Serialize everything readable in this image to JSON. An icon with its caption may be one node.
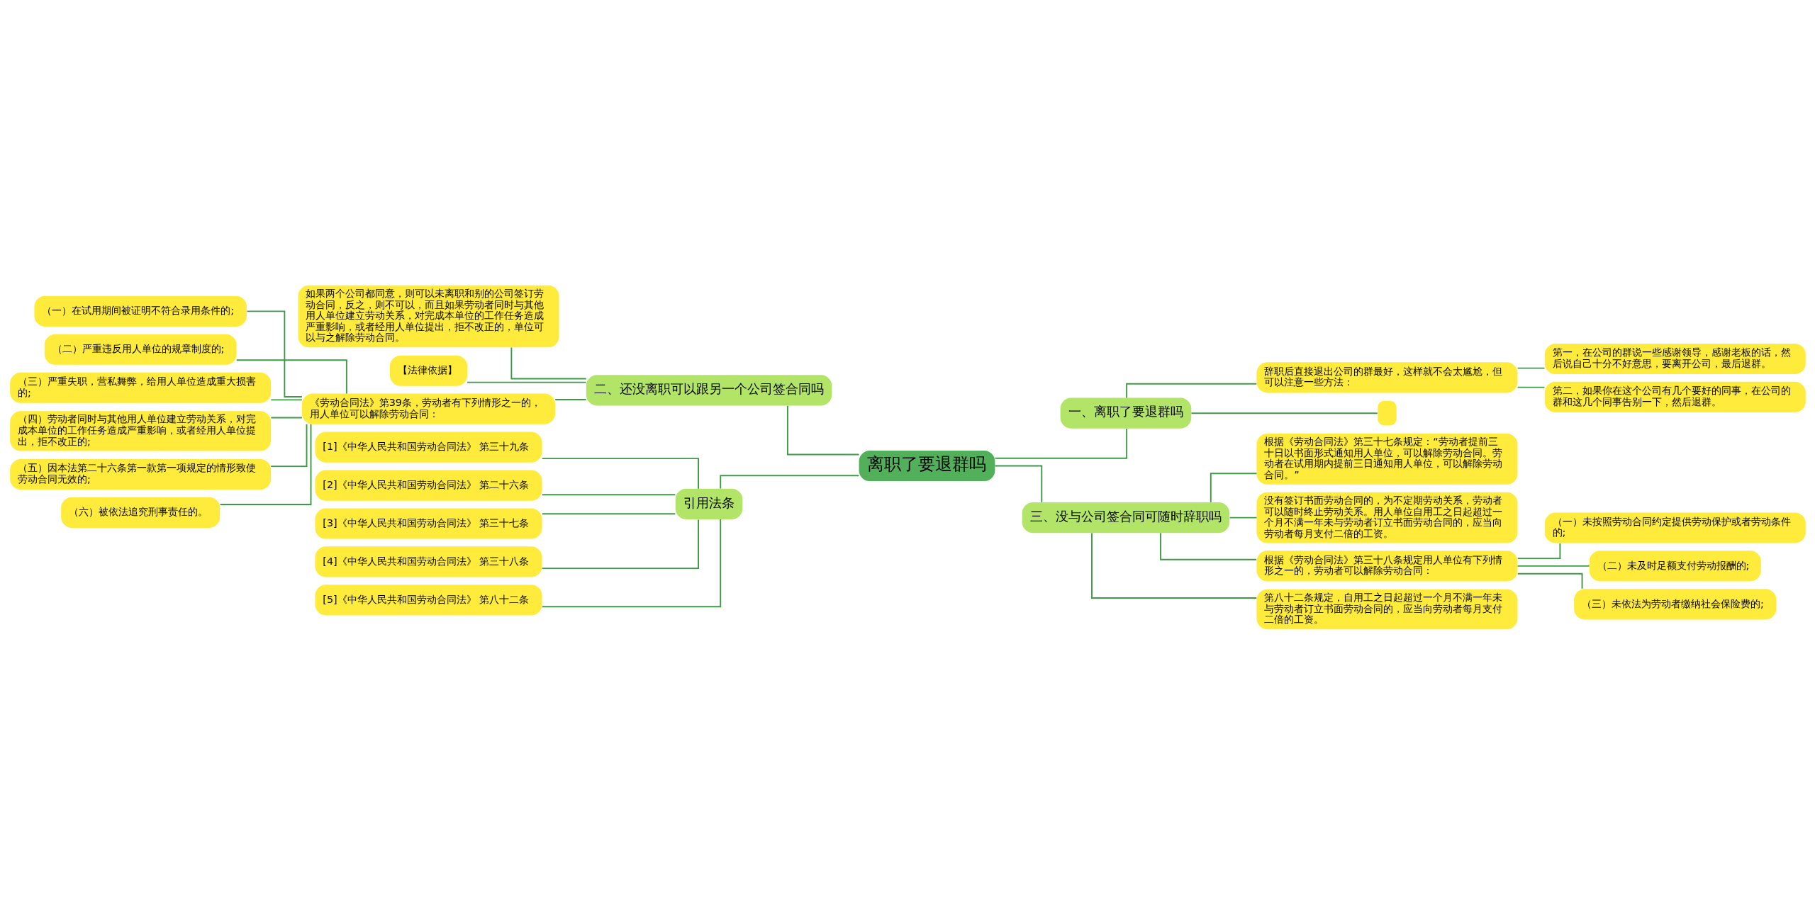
{
  "diagram": {
    "nodes": [
      {
        "text": [
          "离职了要退群吗"
        ]
      },
      {
        "text": [
          "一、离职了要退群吗"
        ]
      },
      {
        "text": [
          "辞职后直接退出公司的群最好，这样就不会太尴尬，但可以注意一些方法："
        ]
      },
      {
        "text": [
          "第一，在公司的群说一些感谢领导，感谢老板的话，然后说自己十分不好意思，要离开公司，最后退群。"
        ]
      },
      {
        "text": [
          "第二，如果你在这个公司有几个要好的同事，在公司的群和这几个同事告别一下，然后退群。"
        ]
      },
      {
        "text": [],
        "shape": "box"
      },
      {
        "text": [
          "二、还没离职可以跟另一个公司签合同吗"
        ]
      },
      {
        "text": [
          "如果两个公司都同意，则可以未离职和别的公司签订劳动合同，反之，则不可以，而且如果劳动者同时与其他用人单位建立劳动关系，对完成本单位的工作任务造成严重影响，或者经用人单位提出，拒不改正的，单位可以与之解除劳动合同。"
        ]
      },
      {
        "text": [
          "【法律依据】"
        ]
      },
      {
        "text": [
          "《劳动合同法》第39条，劳动者有下列情形之一的，用人单位可以解除劳动合同："
        ]
      },
      {
        "text": [
          "（一）在试用期间被证明不符合录用条件的;"
        ]
      },
      {
        "text": [
          "（二）严重违反用人单位的规章制度的;"
        ]
      },
      {
        "text": [
          "（三）严重失职，营私舞弊，给用人单位造成重大损害的;"
        ]
      },
      {
        "text": [
          "（四）劳动者同时与其他用人单位建立劳动关系，对完成本单位的工作任务造成严重影响，或者经用人单位提出，拒不改正的;"
        ]
      },
      {
        "text": [
          "（五）因本法第二十六条第一款第一项规定的情形致使劳动合同无效的;"
        ]
      },
      {
        "text": [
          "（六）被依法追究刑事责任的。"
        ]
      },
      {
        "text": [
          "三、没与公司签合同可随时辞职吗"
        ]
      },
      {
        "text": [
          "根据《劳动合同法》第三十七条规定：“劳动者提前三十日以书面形式通知用人单位，可以解除劳动合同。劳动者在试用期内提前三日通知用人单位，可以解除劳动合同。”"
        ]
      },
      {
        "text": [
          "没有签订书面劳动合同的，为不定期劳动关系，劳动者可以随时终止劳动关系。用人单位自用工之日起超过一个月不满一年未与劳动者订立书面劳动合同的，应当向劳动者每月支付二倍的工资。"
        ]
      },
      {
        "text": [
          "根据《劳动合同法》第三十八条规定用人单位有下列情形之一的，劳动者可以解除劳动合同："
        ]
      },
      {
        "text": [
          "（一）未按照劳动合同约定提供劳动保护或者劳动条件的;"
        ]
      },
      {
        "text": [
          "（二）未及时足额支付劳动报酬的;"
        ]
      },
      {
        "text": [
          "（三）未依法为劳动者缴纳社会保险费的;"
        ]
      },
      {
        "text": [
          "第八十二条规定，自用工之日起超过一个月不满一年未与劳动者订立书面劳动合同的，应当向劳动者每月支付二倍的工资。"
        ]
      },
      {
        "text": [
          "引用法条"
        ]
      },
      {
        "text": [
          "[1]《中华人民共和国劳动合同法》 第三十九条"
        ]
      },
      {
        "text": [
          "[2]《中华人民共和国劳动合同法》 第二十六条"
        ]
      },
      {
        "text": [
          "[3]《中华人民共和国劳动合同法》 第三十七条"
        ]
      },
      {
        "text": [
          "[4]《中华人民共和国劳动合同法》 第三十八条"
        ]
      },
      {
        "text": [
          "[5]《中华人民共和国劳动合同法》 第八十二条"
        ]
      }
    ],
    "edges": [
      {
        "from": 0,
        "to": 1,
        "arrow": "none"
      },
      {
        "from": 1,
        "to": 2,
        "arrow": "none"
      },
      {
        "from": 2,
        "to": 3,
        "arrow": "none"
      },
      {
        "from": 2,
        "to": 4,
        "arrow": "none"
      },
      {
        "from": 1,
        "to": 5,
        "arrow": "none"
      },
      {
        "from": 0,
        "to": 6,
        "arrow": "none"
      },
      {
        "from": 6,
        "to": 7,
        "arrow": "none"
      },
      {
        "from": 6,
        "to": 8,
        "arrow": "none"
      },
      {
        "from": 6,
        "to": 9,
        "arrow": "none"
      },
      {
        "from": 9,
        "to": 10,
        "arrow": "none"
      },
      {
        "from": 9,
        "to": 11,
        "arrow": "none"
      },
      {
        "from": 9,
        "to": 12,
        "arrow": "none"
      },
      {
        "from": 9,
        "to": 13,
        "arrow": "none"
      },
      {
        "from": 9,
        "to": 14,
        "arrow": "none"
      },
      {
        "from": 9,
        "to": 15,
        "arrow": "none"
      },
      {
        "from": 0,
        "to": 16,
        "arrow": "none"
      },
      {
        "from": 16,
        "to": 17,
        "arrow": "none"
      },
      {
        "from": 16,
        "to": 18,
        "arrow": "none"
      },
      {
        "from": 16,
        "to": 19,
        "arrow": "none"
      },
      {
        "from": 19,
        "to": 20,
        "arrow": "none"
      },
      {
        "from": 19,
        "to": 21,
        "arrow": "none"
      },
      {
        "from": 19,
        "to": 22,
        "arrow": "none"
      },
      {
        "from": 16,
        "to": 23,
        "arrow": "none"
      },
      {
        "from": 0,
        "to": 24,
        "arrow": "none"
      },
      {
        "from": 24,
        "to": 25,
        "arrow": "none"
      },
      {
        "from": 24,
        "to": 26,
        "arrow": "none"
      },
      {
        "from": 24,
        "to": 27,
        "arrow": "none"
      },
      {
        "from": 24,
        "to": 28,
        "arrow": "none"
      },
      {
        "from": 24,
        "to": 29,
        "arrow": "none"
      }
    ]
  }
}
